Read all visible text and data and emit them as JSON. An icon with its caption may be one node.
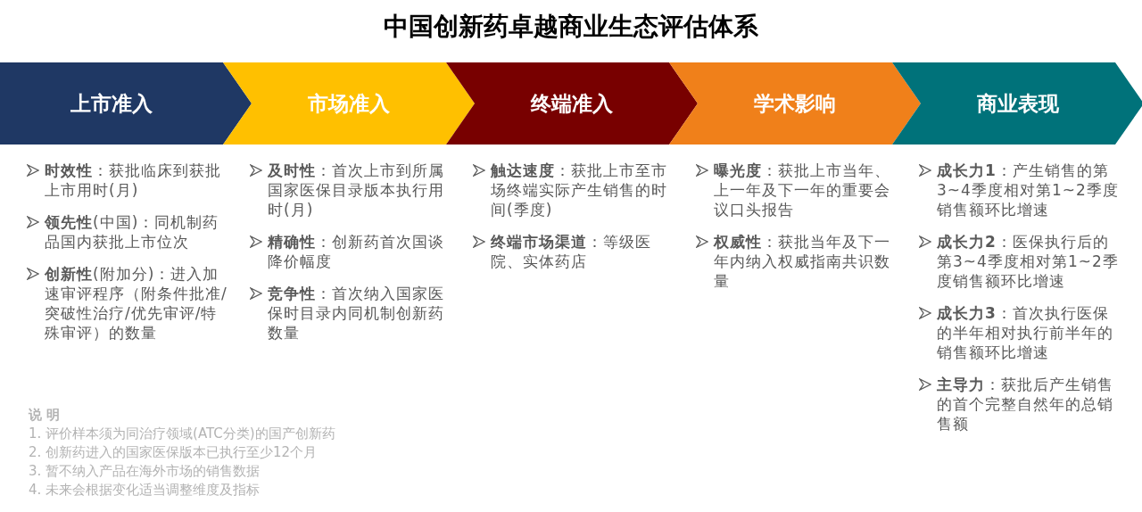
{
  "diagram": {
    "title": "中国创新药卓越商业生态评估体系",
    "nodes": [
      {
        "text": [
          "上市准入"
        ],
        "beside": [
          "**时效性**：获批临床到获批上市用时(月)",
          "**领先性**(中国)：同机制药品国内获批上市位次",
          "**创新性**(附加分)：进入加速审评程序（附条件批准/突破性治疗/优先审评/特殊审评）的数量"
        ]
      },
      {
        "text": [
          "市场准入"
        ],
        "beside": [
          "**及时性**：首次上市到所属国家医保目录版本执行用时(月)",
          "**精确性**：创新药首次国谈降价幅度",
          "**竞争性**：首次纳入国家医保时目录内同机制创新药数量"
        ]
      },
      {
        "text": [
          "终端准入"
        ],
        "beside": [
          "**触达速度**：获批上市至市场终端实际产生销售的时间(季度)",
          "**终端市场渠道**：等级医院、实体药店"
        ]
      },
      {
        "text": [
          "学术影响"
        ],
        "beside": [
          "**曝光度**：获批上市当年、上一年及下一年的重要会议口头报告",
          "**权威性**：获批当年及下一年内纳入权威指南共识数量"
        ]
      },
      {
        "text": [
          "商业表现"
        ],
        "beside": [
          "**成长力1**：产生销售的第3~4季度相对第1~2季度销售额环比增速",
          "**成长力2**：医保执行后的第3~4季度相对第1~2季度销售额环比增速",
          "**成长力3**：首次执行医保的半年相对执行前半年的销售额环比增速",
          "**主导力**：获批后产生销售的首个完整自然年的总销售额"
        ]
      }
    ],
    "labels": [
      "说 明",
      "1. 评价样本须为同治疗领域(ATC分类)的国产创新药",
      "2. 创新药进入的国家医保版本已执行至少12个月",
      "3. 暂不纳入产品在海外市场的销售数据",
      "4. 未来会根据变化适当调整维度及指标"
    ]
  }
}
